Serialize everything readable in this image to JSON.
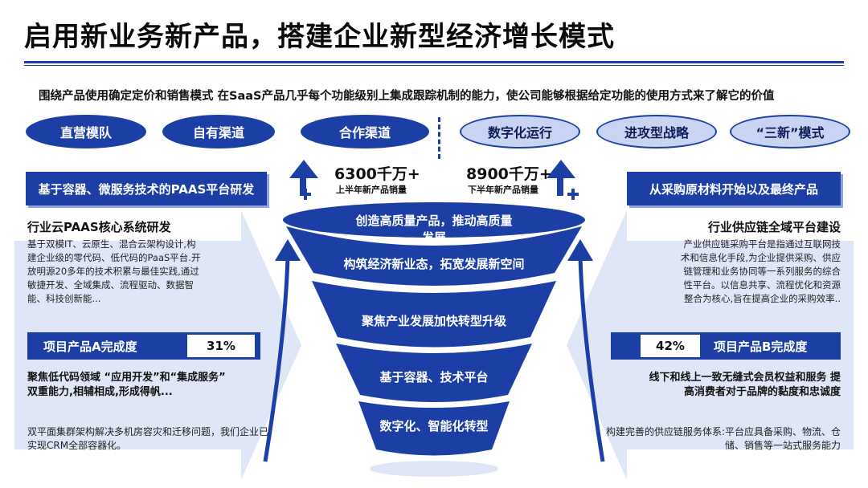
{
  "title": "启用新业务新产品，搭建企业新型经济增长模式",
  "subtitle": "围绕产品使用确定定价和销售模式 在SaaS产品几乎每个功能级别上集成跟踪机制的能力，使公司能够根据给定功能的使用方式来了解它的价值",
  "pills_left": [
    "直营模队",
    "自有渠道",
    "合作渠道"
  ],
  "pills_right": [
    "数字化运行",
    "进攻型战略",
    "“三新”模式"
  ],
  "left_banner": "基于容器、微服务技术的PAAS平台研发",
  "right_banner": "从采购原材料开始以及最终产品",
  "stat_left": {
    "value": "6300千万+",
    "note": "上半年新产品销量"
  },
  "stat_right": {
    "value": "8900千万+",
    "note": "下半年新产品销量"
  },
  "funnel": [
    "创造高质量产品，推动高质量发展",
    "构筑经济新业态，拓宽发展新空间",
    "聚焦产业发展加快转型升级",
    "基于容器、技术平台",
    "数字化、智能化转型"
  ],
  "left_section": {
    "heading": "行业云PAAS核心系统研发",
    "body": [
      "基于双模IT、云原生、混合云架构设计,构",
      "建企业级的零代码、低代码的PaaS平台.开",
      "放明源20多年的技术积累与最佳实践,通过",
      "敏捷开发、全域集成、流程驱动、数据智",
      "能、科技创新能..."
    ],
    "bar_label": "项目产品A完成度",
    "percent": "31%",
    "bold_text": [
      "聚焦低代码领域 “应用开发”和“集成服务”",
      "双重能力,相辅相成,形成得帆..."
    ],
    "bottom_text": [
      "双平面集群架构解决多机房容灾和迁移问题，我们企业已",
      "实现CRM全部容器化。"
    ]
  },
  "right_section": {
    "heading": "行业供应链全域平台建设",
    "body": [
      "产业供应链采购平台是指通过互联网技",
      "术和信息化手段,为企业提供采购、供应",
      "链管理和业务协同等一系列服务的综合",
      "性平台。以信息共享、流程优化和资源",
      "整合为核心,旨在提高企业的采购效率.."
    ],
    "bar_label": "项目产品B完成度",
    "percent": "42%",
    "bold_text": [
      "线下和线上一致无缝式会员权益和服务 提",
      "高消费者对于品牌的黏度和忠诚度"
    ],
    "bottom_text": [
      "构建完善的供应链服务体系:平台应具备采购、物流、仓",
      "储、销售等一站式服务能力"
    ]
  },
  "colors": {
    "primary": "#1c3fa6",
    "light": "#c9d4f2",
    "arrow_fill": "#dfe6f7"
  }
}
